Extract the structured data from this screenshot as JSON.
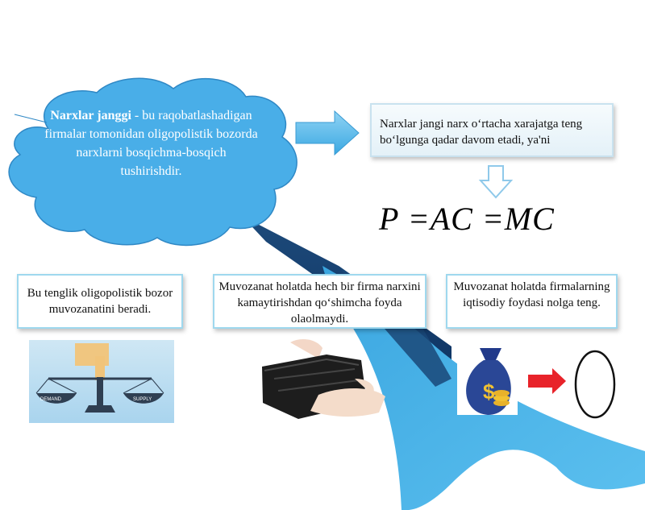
{
  "cloud": {
    "title": "Narxlar janggi",
    "text": " - bu raqobatlashadigan firmalar tomonidan oligopolistik bozorda narxlarni bosqichma-bosqich tushirishdir."
  },
  "top_box": {
    "text": "Narxlar jangi narx o‘rtacha xarajatga teng bo‘lgunga qadar davom  etadi, ya'ni"
  },
  "formula": "P =AC =MC",
  "boxes": [
    {
      "text": "Bu tenglik oligopolistik bozor muvozanatini beradi."
    },
    {
      "text": "Muvozanat holatda hech bir firma narxini kamaytirishdan qo‘shimcha foyda olaolmaydi."
    },
    {
      "text": "Muvozanat holatda firmalarning iqtisodiy foydasi  nolga teng."
    }
  ],
  "scale_labels": {
    "left": "DEMAND",
    "right": "SUPPLY"
  },
  "colors": {
    "cloud": "#49aee8",
    "navy": "#17406e",
    "sky": "#45b2e8",
    "arrow_blue": "#4fb6ea",
    "red_arrow": "#e8232a"
  },
  "icons": [
    "scale-icon",
    "wallet-icon",
    "money-bag-icon",
    "red-arrow-icon",
    "zero-oval-icon"
  ]
}
